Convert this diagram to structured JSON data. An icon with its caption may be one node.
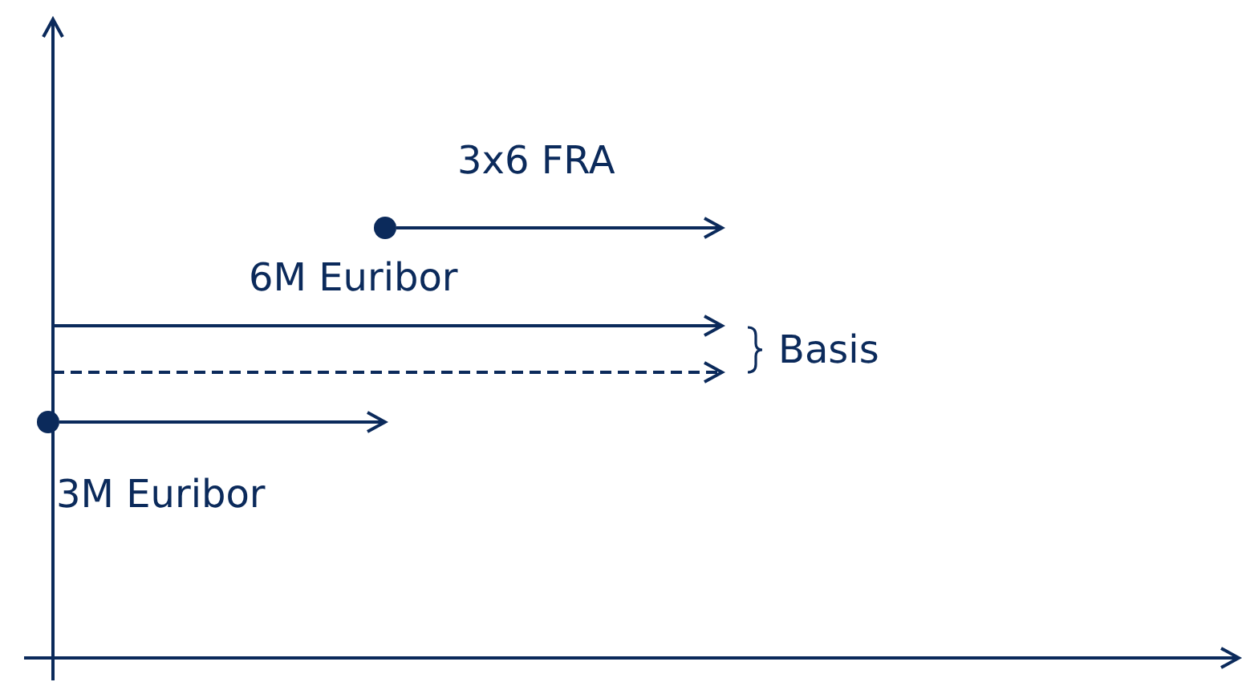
{
  "diagram": {
    "nodes": [
      {
        "text": [],
        "shape": "circle"
      },
      {
        "text": [],
        "shape": "circle"
      }
    ],
    "edges": [
      {
        "from": 0,
        "to": null,
        "arrow": "to"
      },
      {
        "from": 1,
        "to": null,
        "arrow": "to"
      }
    ],
    "labels": [
      "3x6 FRA",
      "6M Euribor",
      "Basis",
      "3M Euribor"
    ]
  }
}
